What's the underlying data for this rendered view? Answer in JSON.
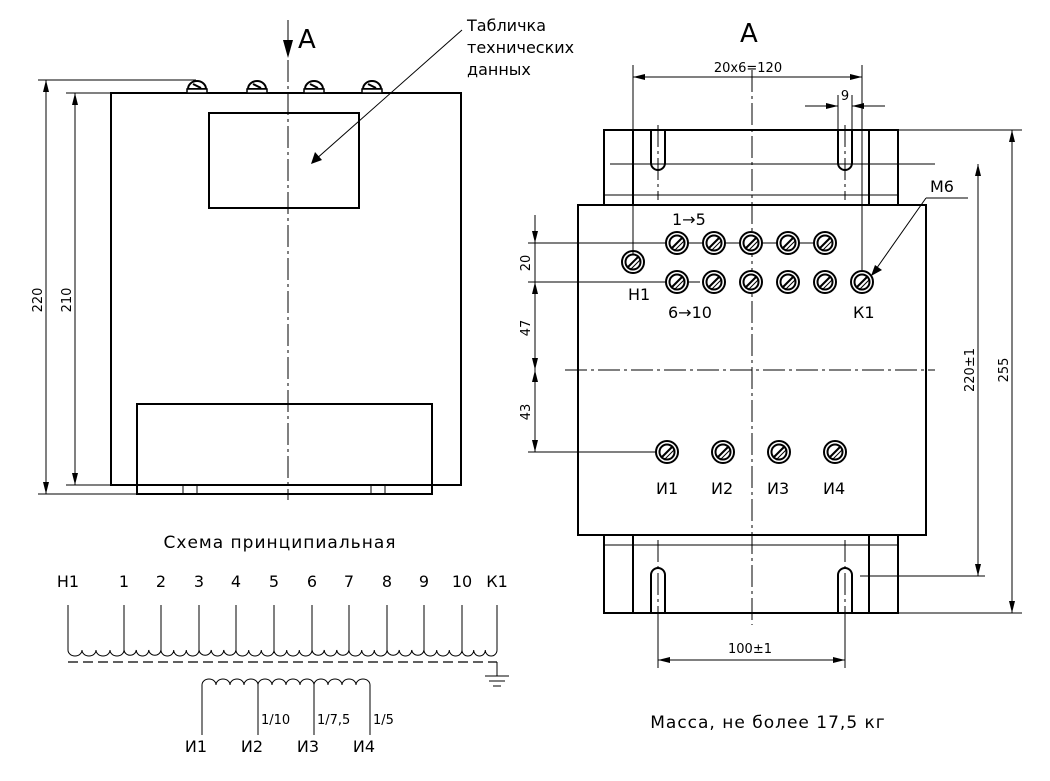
{
  "front_view": {
    "section_mark": "A",
    "nameplate_label": [
      "Табличка",
      "технических",
      "данных"
    ],
    "dim_total_height": "220",
    "dim_body_height": "210"
  },
  "view_a": {
    "title": "А",
    "dim_hole_spacing": "20x6=120",
    "dim_slot_width": "9",
    "thread_label": "М6",
    "terminal_start_label": "Н1",
    "terminal_end_label": "К1",
    "top_row_label": "1→5",
    "bottom_row_label": "6→10",
    "dim_row_spacing": "20",
    "dim_upper_offset": "47",
    "dim_lower_offset": "43",
    "dim_mount_height": "220±1",
    "dim_total_height": "255",
    "dim_mount_width": "100±1",
    "output_terminals": [
      "И1",
      "И2",
      "И3",
      "И4"
    ],
    "mass_note": "Масса, не более 17,5 кг"
  },
  "schematic": {
    "title": "Схема принципиальная",
    "primary_taps": [
      "Н1",
      "1",
      "2",
      "3",
      "4",
      "5",
      "6",
      "7",
      "8",
      "9",
      "10",
      "К1"
    ],
    "secondary_taps": [
      "И1",
      "И2",
      "И3",
      "И4"
    ],
    "ratios": [
      "1/10",
      "1/7,5",
      "1/5"
    ]
  }
}
